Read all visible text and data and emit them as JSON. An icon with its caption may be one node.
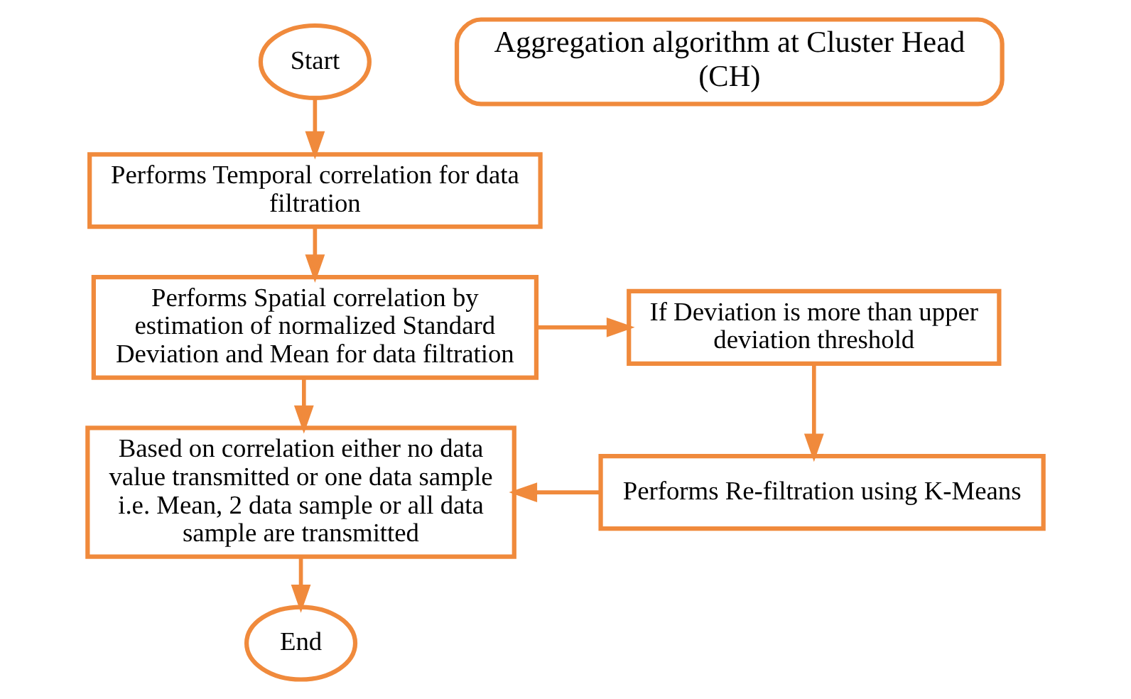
{
  "diagram": {
    "nodes": [
      {
        "text": [
          "Aggregation algorithm at Cluster Head (CH)"
        ]
      },
      {
        "text": [
          "Start"
        ]
      },
      {
        "text": [
          "Performs Temporal correlation for data filtration"
        ]
      },
      {
        "text": [
          "Performs Spatial correlation by estimation of normalized Standard Deviation and Mean for data filtration"
        ]
      },
      {
        "text": [
          "If Deviation is more than upper deviation threshold"
        ]
      },
      {
        "text": [
          "Performs Re-filtration using K-Means"
        ]
      },
      {
        "text": [
          "Based on correlation either no data value transmitted or one data sample i.e. Mean, 2 data sample or all data sample are transmitted"
        ]
      },
      {
        "text": [
          "End"
        ]
      }
    ],
    "edges": [
      {
        "from": 1,
        "to": 2,
        "arrow": "to"
      },
      {
        "from": 2,
        "to": 3,
        "arrow": "to"
      },
      {
        "from": 3,
        "to": 4,
        "arrow": "to"
      },
      {
        "from": 4,
        "to": 5,
        "arrow": "to"
      },
      {
        "from": 5,
        "to": 6,
        "arrow": "to"
      },
      {
        "from": 3,
        "to": 6,
        "arrow": "to"
      },
      {
        "from": 6,
        "to": 7,
        "arrow": "to"
      }
    ]
  }
}
